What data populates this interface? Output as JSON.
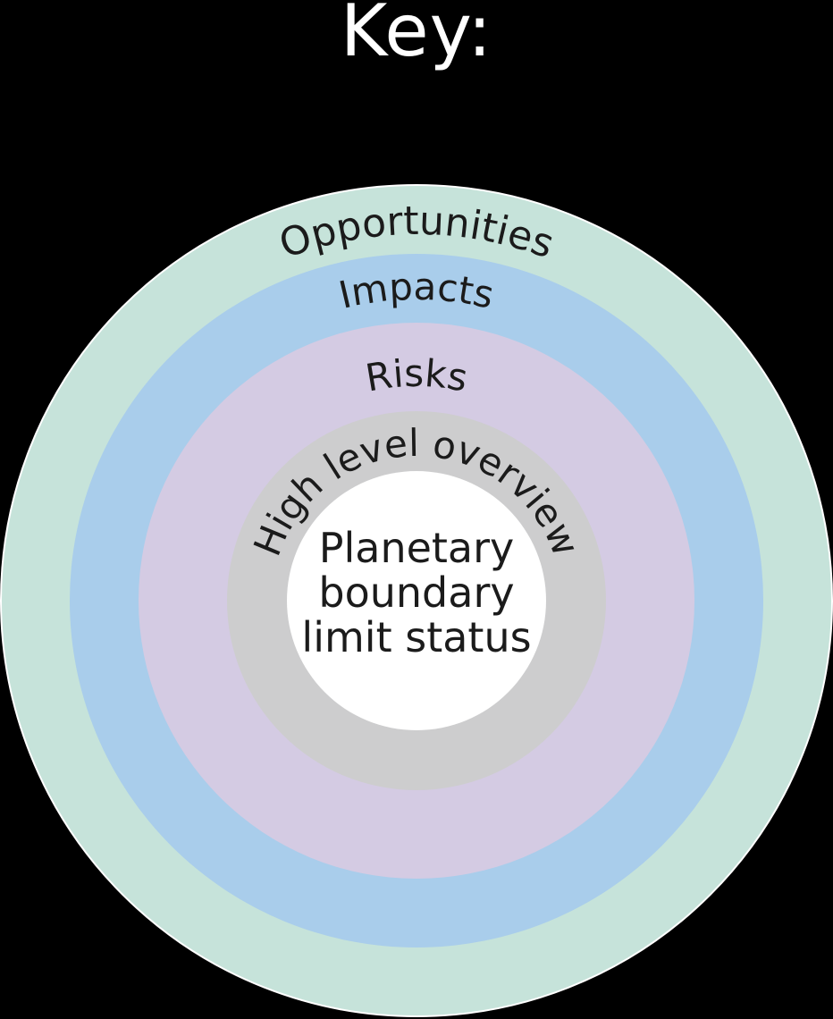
{
  "header": {
    "title": "Key:"
  },
  "diagram": {
    "rings": [
      {
        "label": "Opportunities",
        "fill": "#c6e3da"
      },
      {
        "label": "Impacts",
        "fill": "#a9cdeb"
      },
      {
        "label": "Risks",
        "fill": "#d4cbe3"
      },
      {
        "label": "High level overview",
        "fill": "#cdcdce"
      },
      {
        "label": "Planetary boundary limit status",
        "fill": "#ffffff"
      }
    ],
    "center_lines": {
      "line1": "Planetary",
      "line2": "boundary",
      "line3": "limit status"
    }
  },
  "colors": {
    "background": "#000000",
    "title_text": "#ffffff",
    "ring_text": "#1b1b1b",
    "outer_stroke": "#ffffff"
  }
}
